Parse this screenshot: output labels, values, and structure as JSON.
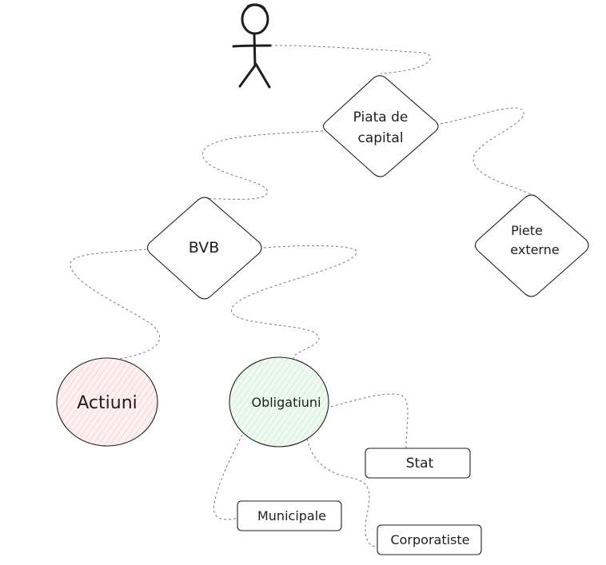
{
  "nodes": {
    "piata": {
      "line1": "Piata de",
      "line2": "capital"
    },
    "bvb": {
      "label": "BVB"
    },
    "piete": {
      "line1": "Piete",
      "line2": "externe"
    },
    "actiuni": {
      "label": "Actiuni",
      "fill": "#fde8e8"
    },
    "obligatiuni": {
      "label": "Obligatiuni",
      "fill": "#e6f6e8"
    },
    "stat": {
      "label": "Stat"
    },
    "municipale": {
      "label": "Municipale"
    },
    "corporatiste": {
      "label": "Corporatiste"
    }
  },
  "colors": {
    "stroke": "#1e1e1e",
    "connector": "#7a7a7a"
  },
  "icons": {
    "actor": "stick-figure-icon"
  }
}
